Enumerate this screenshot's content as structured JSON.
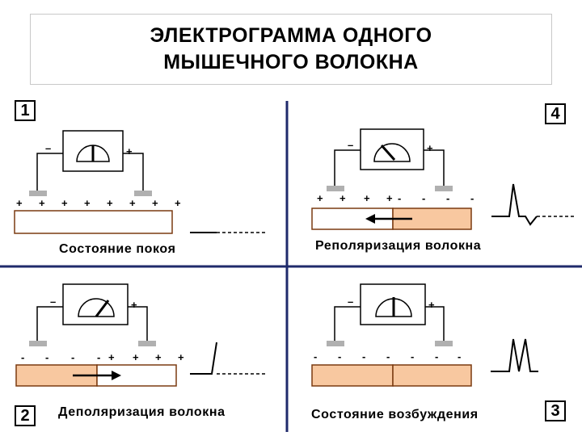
{
  "title": {
    "line1": "ЭЛЕКТРОГРАММА ОДНОГО",
    "line2": "МЫШЕЧНОГО ВОЛОКНА"
  },
  "panels": [
    {
      "number": "1",
      "caption": "Состояние покоя",
      "meter_left": "–",
      "meter_right": "+",
      "signs": [
        "+",
        "+",
        "+",
        "+",
        "+",
        "+",
        "+",
        "+"
      ]
    },
    {
      "number": "2",
      "caption": "Деполяризация волокна",
      "meter_left": "–",
      "meter_right": "+",
      "signs": [
        "-",
        "-",
        "-",
        "-",
        "+",
        "+",
        "+",
        "+"
      ]
    },
    {
      "number": "3",
      "caption": "Состояние возбуждения",
      "meter_left": "–",
      "meter_right": "+",
      "signs": [
        "-",
        "-",
        "-",
        "-",
        "-",
        "-",
        "-"
      ]
    },
    {
      "number": "4",
      "caption": "Реполяризация волокна",
      "meter_left": "–",
      "meter_right": "+",
      "signs": [
        "+",
        "+",
        "+",
        "+",
        "-",
        "-",
        "-",
        "-"
      ]
    }
  ],
  "colors": {
    "fiber_fill": "#f8c8a0",
    "fiber_stroke": "#7a3a10",
    "divider": "#1f2a6b",
    "electrode": "#b0b0b0"
  }
}
